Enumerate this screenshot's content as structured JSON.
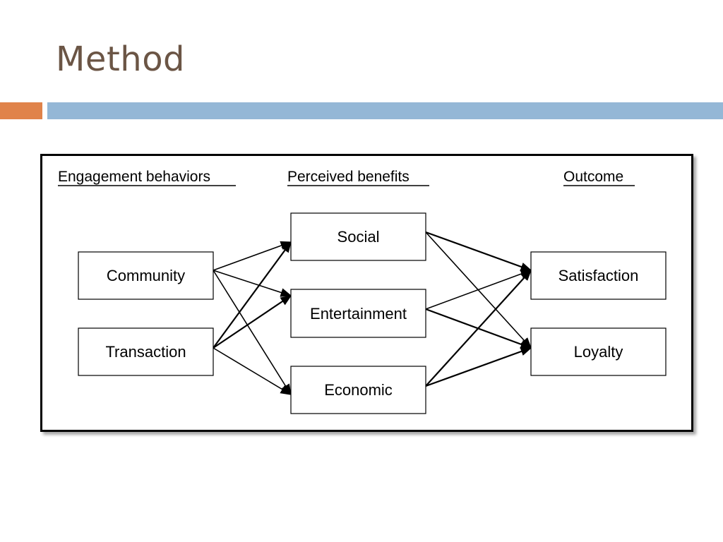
{
  "slide": {
    "title": "Method",
    "colors": {
      "title_text": "#6b5545",
      "accent_orange": "#e0834a",
      "accent_blue": "#94b7d6"
    }
  },
  "diagram": {
    "headers": {
      "engagement": "Engagement behaviors",
      "benefits": "Perceived benefits",
      "outcome": "Outcome"
    },
    "nodes": {
      "community": "Community",
      "transaction": "Transaction",
      "social": "Social",
      "entertainment": "Entertainment",
      "economic": "Economic",
      "satisfaction": "Satisfaction",
      "loyalty": "Loyalty"
    },
    "edges": [
      {
        "from": "community",
        "to": "social"
      },
      {
        "from": "community",
        "to": "entertainment"
      },
      {
        "from": "community",
        "to": "economic"
      },
      {
        "from": "transaction",
        "to": "social"
      },
      {
        "from": "transaction",
        "to": "entertainment"
      },
      {
        "from": "transaction",
        "to": "economic"
      },
      {
        "from": "social",
        "to": "satisfaction"
      },
      {
        "from": "social",
        "to": "loyalty"
      },
      {
        "from": "entertainment",
        "to": "satisfaction"
      },
      {
        "from": "entertainment",
        "to": "loyalty"
      },
      {
        "from": "economic",
        "to": "satisfaction"
      },
      {
        "from": "economic",
        "to": "loyalty"
      }
    ]
  }
}
